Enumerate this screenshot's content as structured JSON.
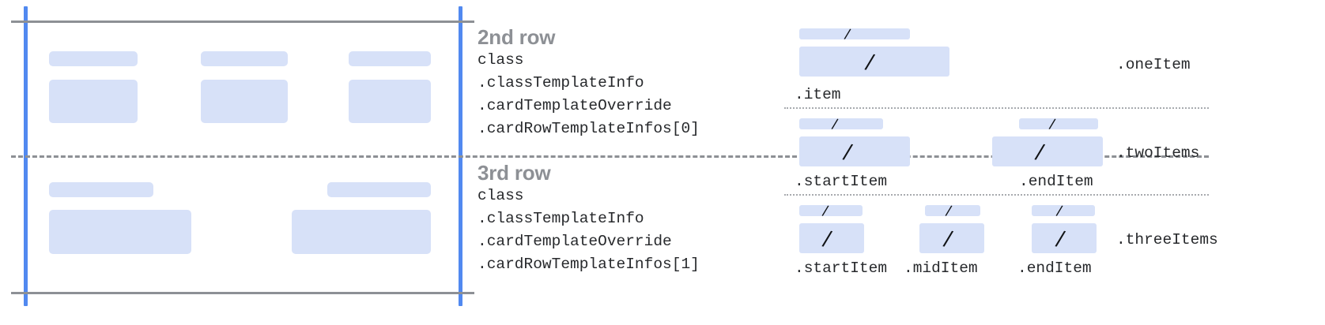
{
  "colors": {
    "placeholder_blue": "#d7e1f8",
    "guide_blue": "#5189f0",
    "guide_gray": "#8d9095",
    "text_dark": "#27292c",
    "title_gray": "#8d9095",
    "background": "#ffffff"
  },
  "left_diagram": {
    "name": "card-row-layout-preview",
    "rows": [
      {
        "index": 0,
        "cells": [
          {
            "label_bar": true,
            "body_block": true
          },
          {
            "label_bar": true,
            "body_block": true
          },
          {
            "label_bar": true,
            "body_block": true
          }
        ]
      },
      {
        "index": 1,
        "cells": [
          {
            "label_bar": true,
            "body_block": true
          },
          {
            "label_bar": true,
            "body_block": true
          }
        ]
      }
    ]
  },
  "row_descriptions": [
    {
      "title": "2nd row",
      "code": [
        "class",
        ".classTemplateInfo",
        ".cardTemplateOverride",
        ".cardRowTemplateInfos[0]"
      ]
    },
    {
      "title": "3rd row",
      "code": [
        "class",
        ".classTemplateInfo",
        ".cardTemplateOverride",
        ".cardRowTemplateInfos[1]"
      ]
    }
  ],
  "right_panel": {
    "name": "row-item-variants",
    "variants": [
      {
        "variant_label": ".oneItem",
        "items": [
          {
            "label": ".item",
            "slash": "/"
          }
        ]
      },
      {
        "variant_label": ".twoItems",
        "items": [
          {
            "label": ".startItem",
            "slash": "/"
          },
          {
            "label": ".endItem",
            "slash": "/"
          }
        ]
      },
      {
        "variant_label": ".threeItems",
        "items": [
          {
            "label": ".startItem",
            "slash": "/"
          },
          {
            "label": ".midItem",
            "slash": "/"
          },
          {
            "label": ".endItem",
            "slash": "/"
          }
        ]
      }
    ]
  }
}
